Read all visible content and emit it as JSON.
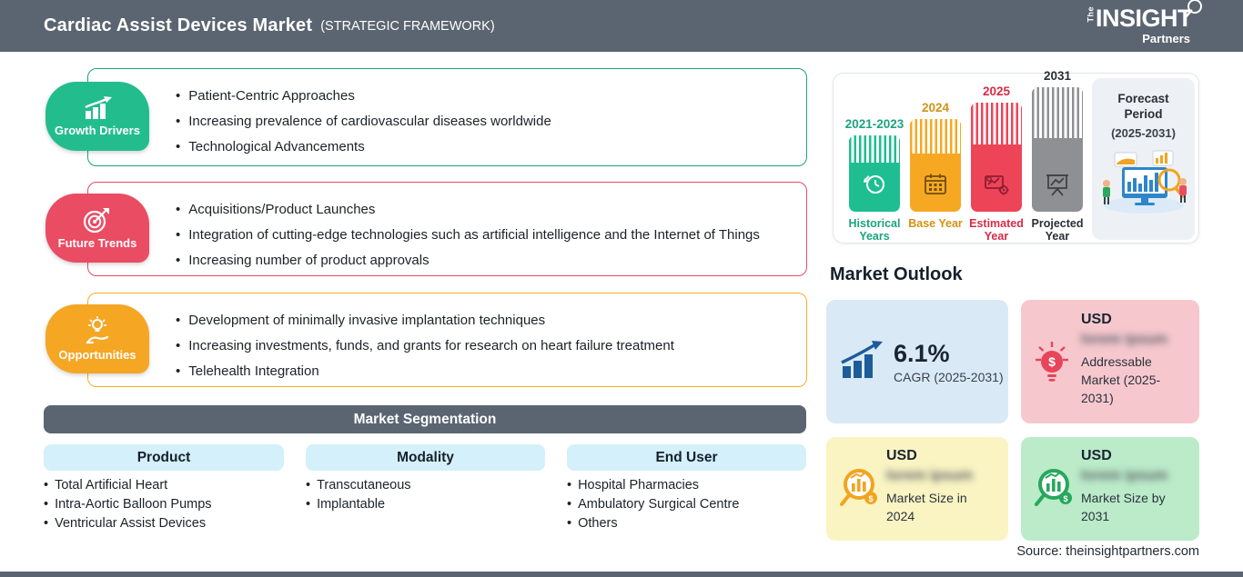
{
  "header": {
    "title": "Cardiac Assist Devices Market",
    "subtitle": "(STRATEGIC FRAMEWORK)",
    "logo": {
      "the": "The",
      "insight": "INSIGHT",
      "partners": "Partners"
    }
  },
  "framework": {
    "growth_drivers": {
      "label": "Growth Drivers",
      "color": "#23BD8D",
      "items": [
        "Patient-Centric Approaches",
        "Increasing prevalence of cardiovascular diseases worldwide",
        "Technological Advancements"
      ]
    },
    "future_trends": {
      "label": "Future Trends",
      "color": "#EA4C63",
      "items": [
        "Acquisitions/Product Launches",
        "Integration of cutting-edge technologies such as artificial intelligence and the Internet of Things",
        "Increasing number of product approvals"
      ]
    },
    "opportunities": {
      "label": "Opportunities",
      "color": "#F5A623",
      "items": [
        "Development of minimally invasive implantation techniques",
        "Increasing investments, funds, and grants for research on heart failure treatment",
        "Telehealth Integration"
      ]
    }
  },
  "segmentation": {
    "title": "Market Segmentation",
    "columns": [
      {
        "label": "Product",
        "items": [
          "Total Artificial Heart",
          "Intra-Aortic Balloon Pumps",
          "Ventricular Assist Devices"
        ]
      },
      {
        "label": "Modality",
        "items": [
          "Transcutaneous",
          "Implantable",
          ""
        ]
      },
      {
        "label": "End User",
        "items": [
          "Hospital Pharmacies",
          "Ambulatory Surgical Centre",
          "Others"
        ]
      }
    ]
  },
  "timeline": {
    "bars": [
      {
        "year": "2021-2023",
        "label": "Historical Years",
        "color": "#1EBE92"
      },
      {
        "year": "2024",
        "label": "Base Year",
        "color": "#F7A823"
      },
      {
        "year": "2025",
        "label": "Estimated Year",
        "color": "#EE4458"
      },
      {
        "year": "2031",
        "label": "Projected Year",
        "color": "#8F9093"
      }
    ],
    "forecast": {
      "title": "Forecast Period",
      "range": "(2025-2031)"
    }
  },
  "outlook": {
    "title": "Market Outlook",
    "cards": [
      {
        "value": "6.1%",
        "label": "CAGR (2025-2031)",
        "bg": "#D9EAF6"
      },
      {
        "currency": "USD",
        "redacted_value": "lorem ipsum",
        "label": "Addressable Market (2025-2031)",
        "bg": "#F6C8CE"
      },
      {
        "currency": "USD",
        "redacted_value": "lorem ipsum",
        "label": "Market Size in 2024",
        "bg": "#FAF4C3"
      },
      {
        "currency": "USD",
        "redacted_value": "lorem ipsum",
        "label": "Market Size by 2031",
        "bg": "#BBEBC9"
      }
    ]
  },
  "source": "Source: theinsightpartners.com"
}
